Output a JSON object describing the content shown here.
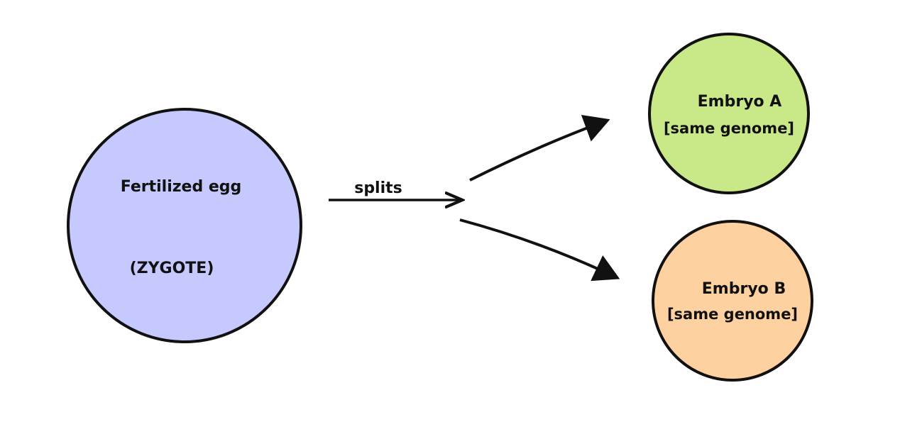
{
  "nodes": {
    "zygote": {
      "title": "Fertilized egg",
      "subtitle": "(ZYGOTE)",
      "color": "#c5c9fd"
    },
    "embryo_a": {
      "title": "Embryo A",
      "subtitle": "[same genome]",
      "color": "#c9e988"
    },
    "embryo_b": {
      "title": "Embryo B",
      "subtitle": "[same genome]",
      "color": "#fdd1a0"
    }
  },
  "edges": {
    "split_label": "splits"
  }
}
